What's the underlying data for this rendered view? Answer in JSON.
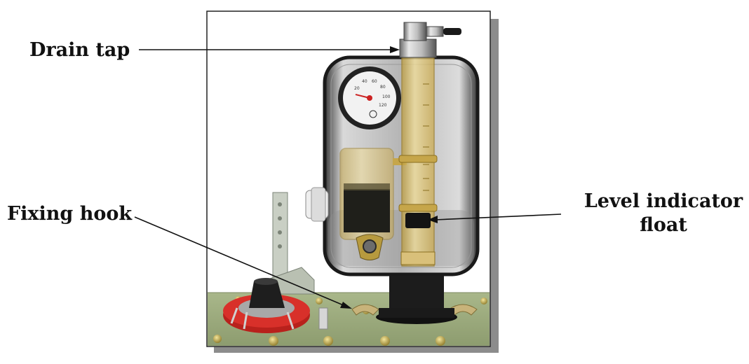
{
  "labels": {
    "drain_tap": "Drain tap",
    "fixing_hook": "Fixing hook",
    "level_indicator_line1": "Level indicator",
    "level_indicator_line2": "float"
  },
  "gauge": {
    "scale": [
      "20",
      "40",
      "60",
      "80",
      "100",
      "120"
    ]
  },
  "colors": {
    "base_plate": "#9fae80",
    "cylinder_amber": "#e6c56a",
    "red_ring": "#d8302a",
    "frame_shadow": "#8c8c8c"
  }
}
